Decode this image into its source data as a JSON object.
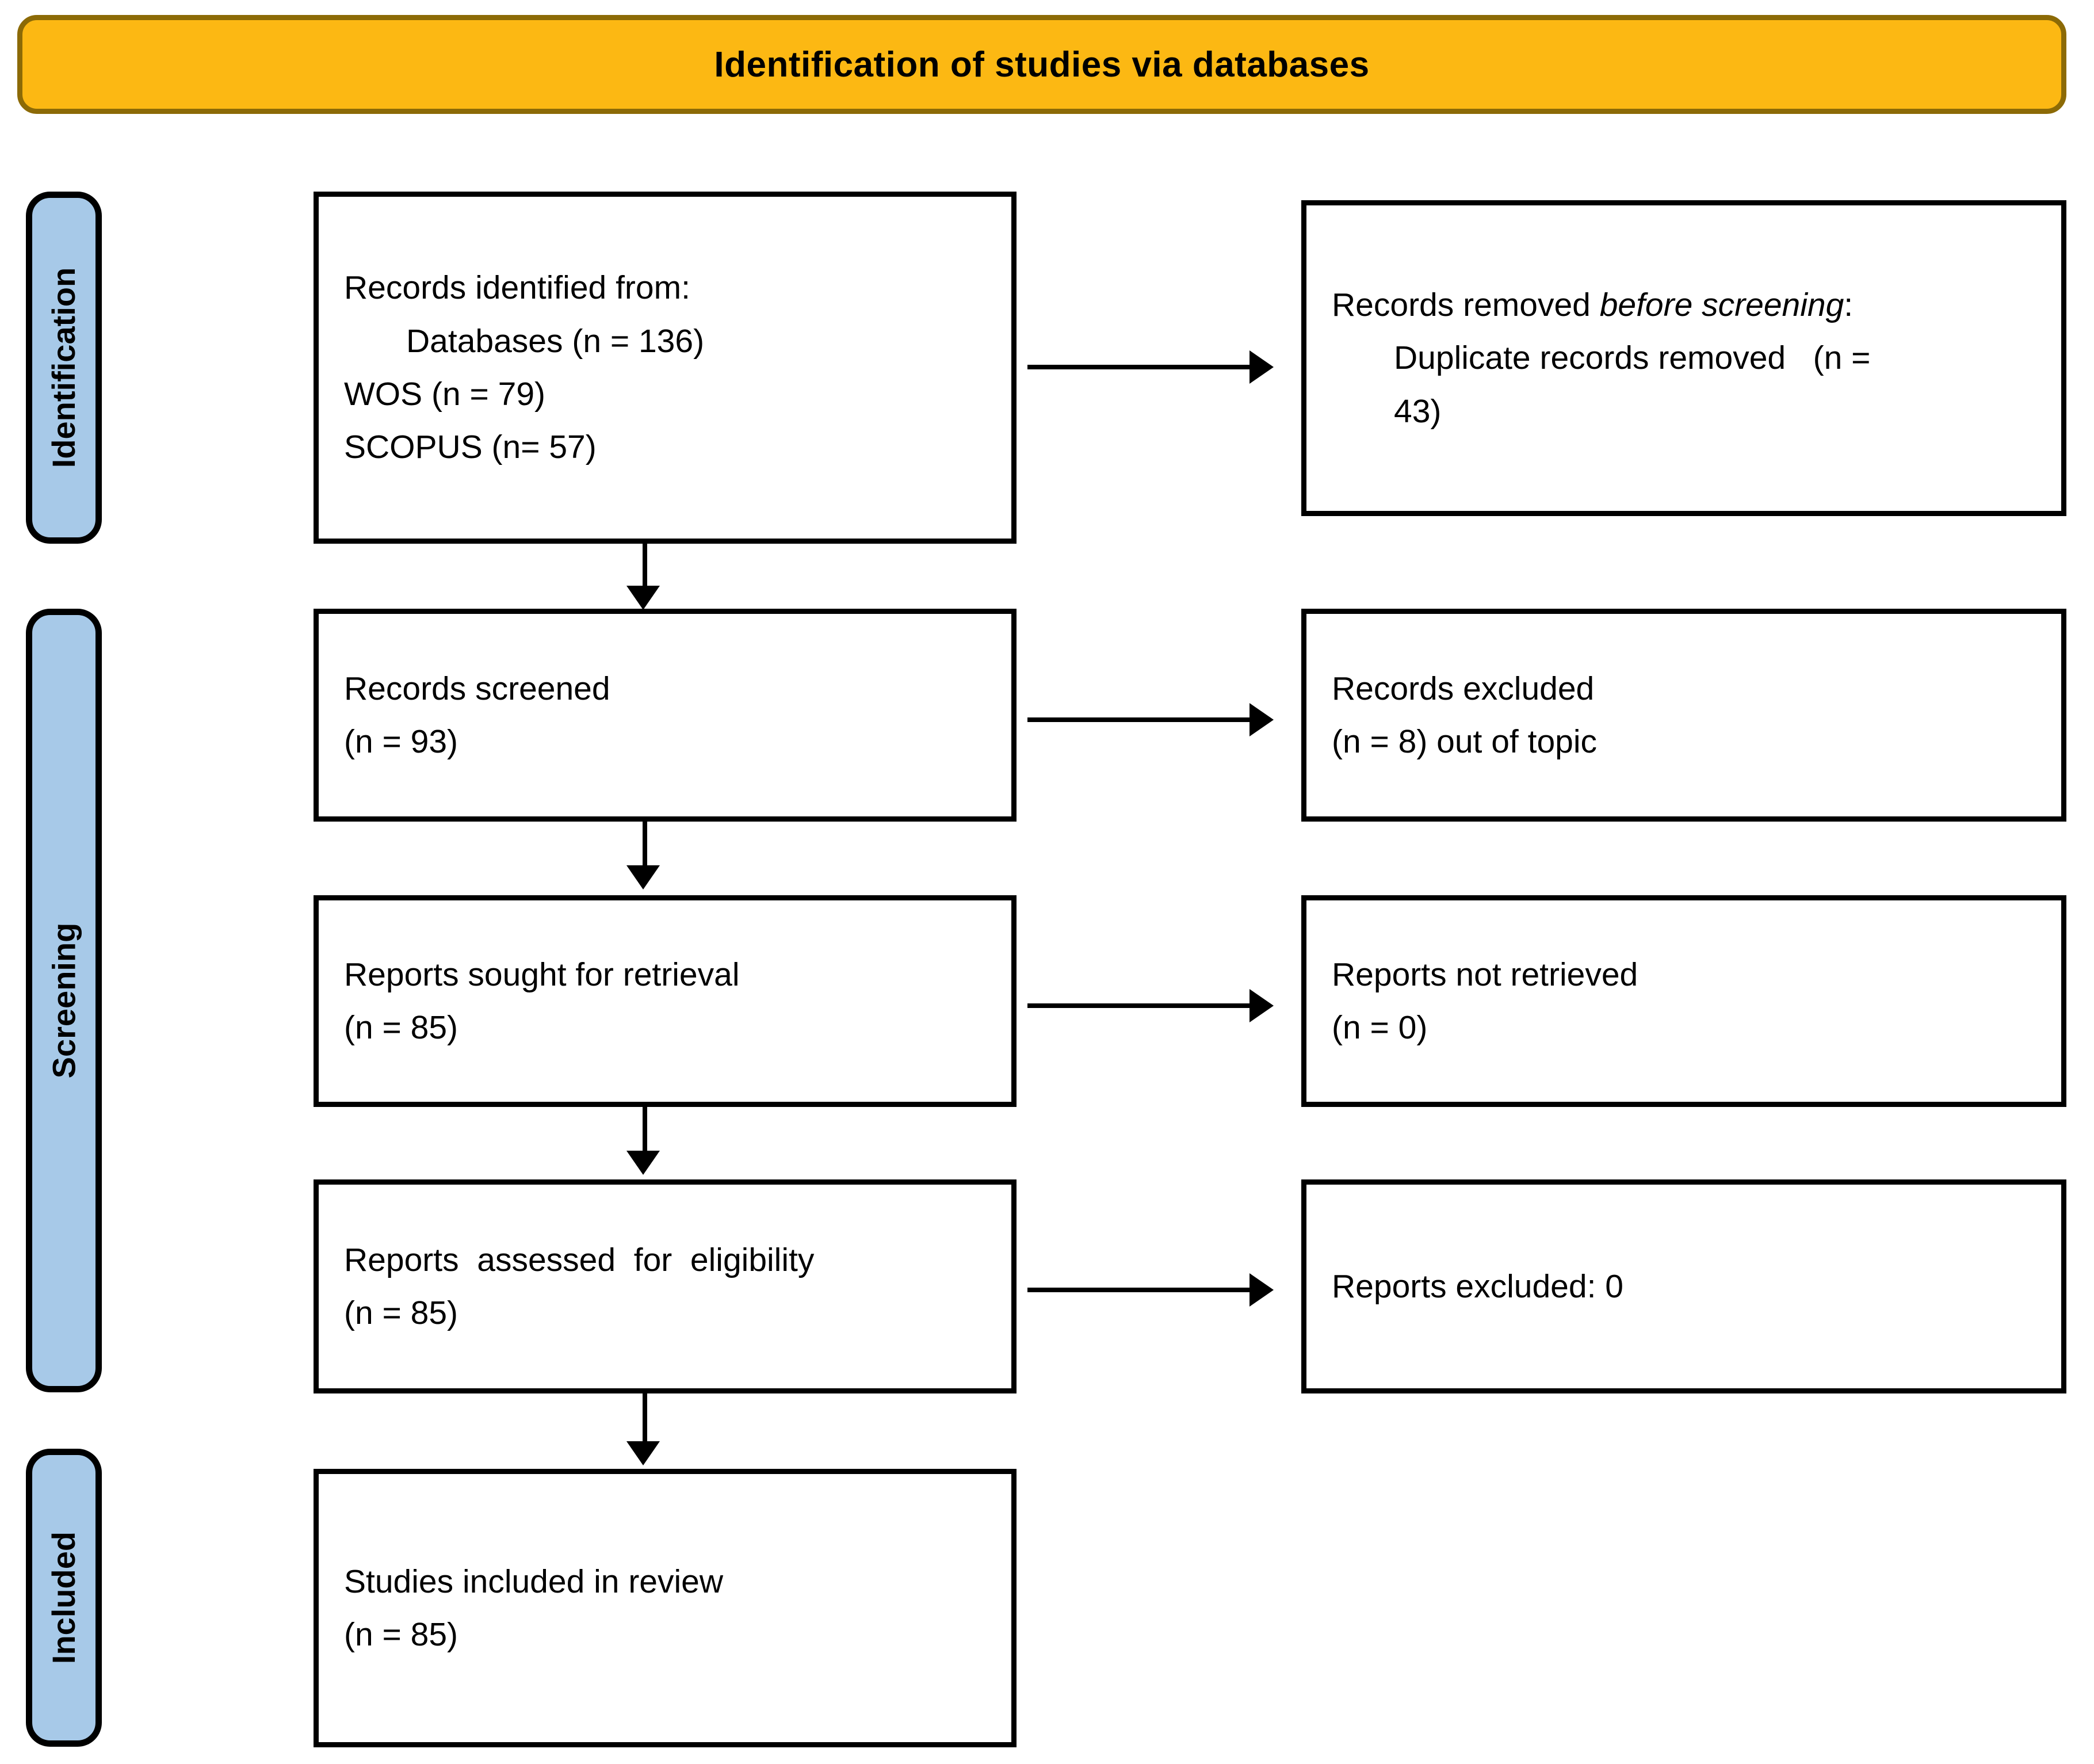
{
  "banner": {
    "title": "Identification of studies via databases",
    "bg_color": "#FCB813",
    "border_color": "#8C6A06"
  },
  "stages": [
    {
      "key": "identification",
      "label": "Identification",
      "bg_color": "#A7C9E8"
    },
    {
      "key": "screening",
      "label": "Screening",
      "bg_color": "#A7C9E8"
    },
    {
      "key": "included",
      "label": "Included",
      "bg_color": "#A7C9E8"
    }
  ],
  "boxes": {
    "identified": {
      "line1": "Records identified from:",
      "line2": "Databases (n = 136)",
      "line3": "WOS (n = 79)",
      "line4": "SCOPUS (n= 57)"
    },
    "removed": {
      "line1_prefix": "Records removed ",
      "line1_italic": "before screening",
      "line1_suffix": ":",
      "line2": "Duplicate records removed   (n =",
      "line3": "43)"
    },
    "screened": {
      "line1": "Records screened",
      "line2": "(n = 93)"
    },
    "excluded": {
      "line1": "Records excluded",
      "line2": "(n = 8) out of topic"
    },
    "sought": {
      "line1": "Reports sought for retrieval",
      "line2": "(n = 85)"
    },
    "not_retrieved": {
      "line1": "Reports not retrieved",
      "line2": "(n = 0)"
    },
    "assessed": {
      "line1": "Reports  assessed  for  eligibility",
      "line2": "(n = 85)"
    },
    "reports_excluded": {
      "line1": "Reports excluded: 0"
    },
    "included": {
      "line1": "Studies included in review",
      "line2": "(n = 85)"
    }
  },
  "connectors": {
    "down_arrow_icon": "arrow-down-icon",
    "right_arrow_icon": "arrow-right-icon"
  }
}
